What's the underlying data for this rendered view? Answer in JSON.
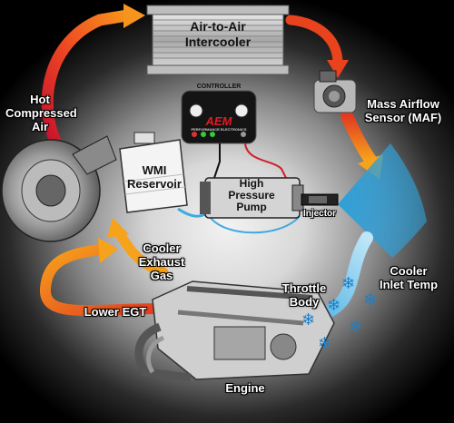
{
  "labels": {
    "intercooler": [
      "Air-to-Air",
      "Intercooler"
    ],
    "hot_air": [
      "Hot",
      "Compressed",
      "Air"
    ],
    "maf": [
      "Mass Airflow",
      "Sensor (MAF)"
    ],
    "controller": "CONTROLLER",
    "brand": "AEM",
    "brand_sub": "PERFORMANCE ELECTRONICS",
    "wmi": [
      "WMI",
      "Reservoir"
    ],
    "pump": [
      "High",
      "Pressure",
      "Pump"
    ],
    "injector": "Injector",
    "cooler_exhaust": [
      "Cooler",
      "Exhaust",
      "Gas"
    ],
    "cooler_inlet": [
      "Cooler",
      "Inlet Temp"
    ],
    "throttle": [
      "Throttle",
      "Body"
    ],
    "lower_egt": "Lower EGT",
    "engine": "Engine"
  },
  "colors": {
    "hot_arrow": "#e8431c",
    "warm_arrow": "#f7a21b",
    "cool_flow": "#3fa9e0",
    "wire": "#d0202a",
    "ice": "#1e7fc8"
  },
  "icons": [
    "turbocharger-icon",
    "intercooler-icon",
    "maf-sensor-icon",
    "controller-icon",
    "reservoir-icon",
    "pump-icon",
    "injector-icon",
    "engine-icon",
    "snowflake-icon"
  ]
}
